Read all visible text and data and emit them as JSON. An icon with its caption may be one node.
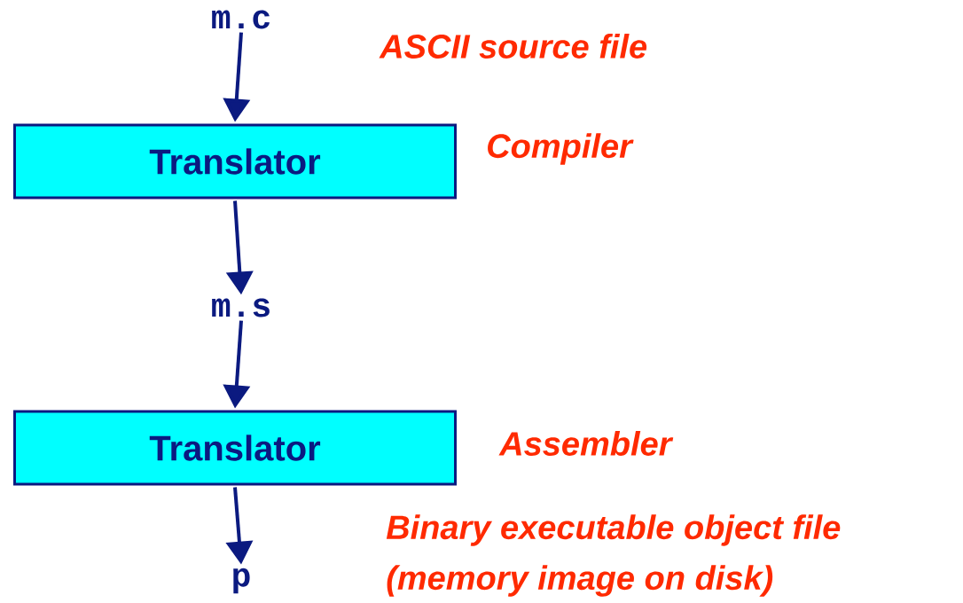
{
  "diagram": {
    "nodes": [
      {
        "text": [
          "m.c"
        ],
        "beside": [
          "ASCII source file"
        ]
      },
      {
        "text": [
          "Translator"
        ],
        "beside": [
          "Compiler"
        ]
      },
      {
        "text": [
          "m.s"
        ]
      },
      {
        "text": [
          "Translator"
        ],
        "beside": [
          "Assembler"
        ]
      },
      {
        "text": [
          "p"
        ],
        "beside": [
          "Binary executable object file",
          "(memory image on disk)"
        ]
      }
    ],
    "edges": [
      {
        "from": 0,
        "to": 1,
        "arrow": "to"
      },
      {
        "from": 1,
        "to": 2,
        "arrow": "to"
      },
      {
        "from": 2,
        "to": 3,
        "arrow": "to"
      },
      {
        "from": 3,
        "to": 4,
        "arrow": "to"
      }
    ]
  }
}
